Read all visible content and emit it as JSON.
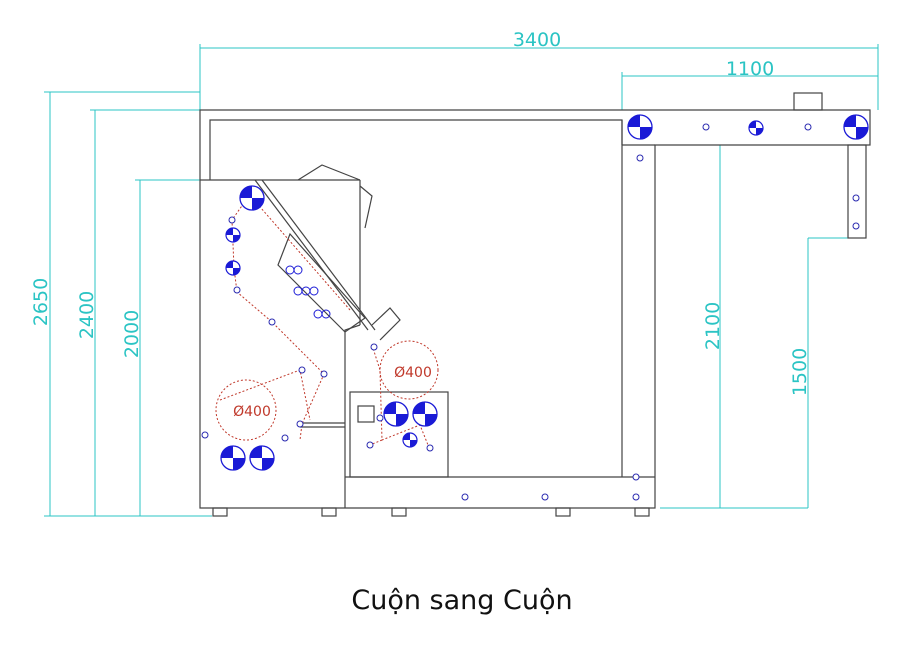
{
  "dimensions": {
    "overall_width": "3400",
    "frame_width": "1100",
    "height_2650": "2650",
    "height_2400": "2400",
    "height_2000": "2000",
    "height_2100": "2100",
    "height_1500": "1500"
  },
  "rollers": {
    "upper_diameter": "Ø400",
    "lower_diameter": "Ø400"
  },
  "caption": "Cuộn sang Cuộn",
  "colors": {
    "dimension": "#2bc4c4",
    "outline": "#444444",
    "roller": "#1a1ad6",
    "web_path": "#c0392b"
  }
}
